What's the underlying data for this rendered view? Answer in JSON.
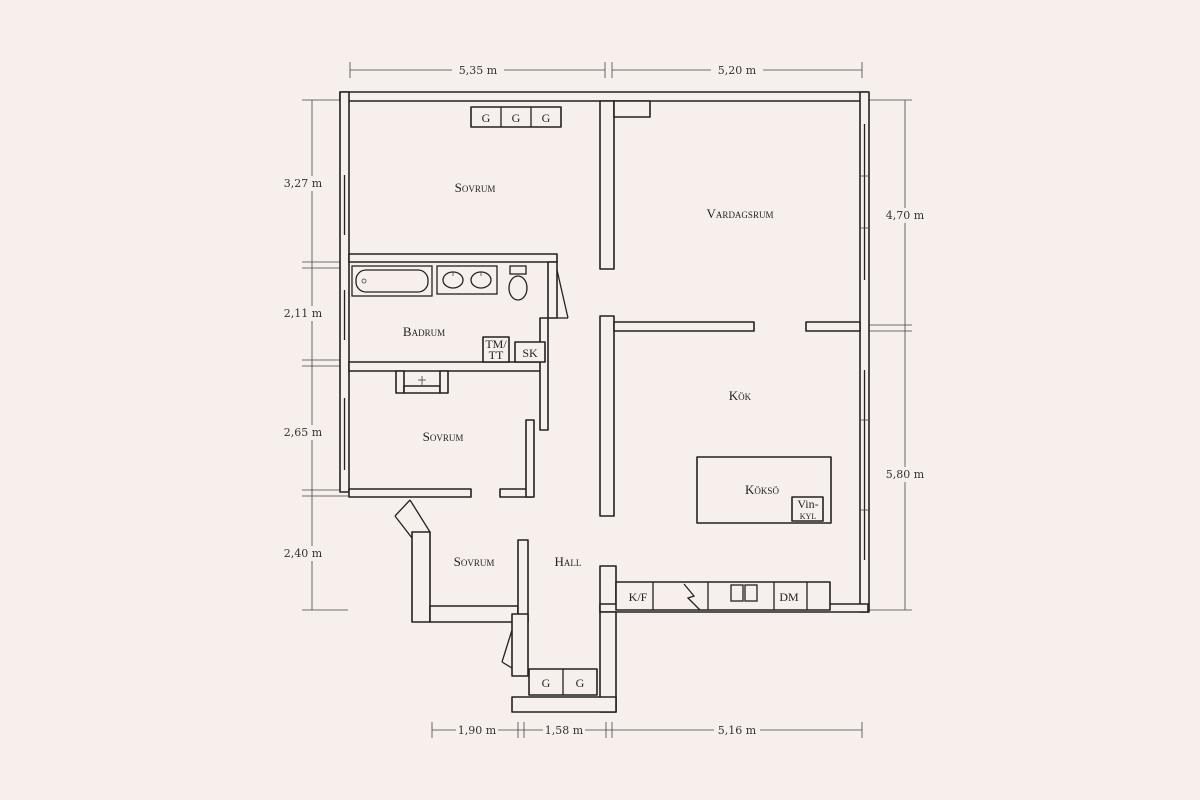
{
  "dimensions": {
    "top_left": "5,35 m",
    "top_right": "5,20 m",
    "left_1": "3,27 m",
    "left_2": "2,11 m",
    "left_3": "2,65 m",
    "left_4": "2,40 m",
    "right_1": "4,70 m",
    "right_2": "5,80 m",
    "bottom_1": "1,90 m",
    "bottom_2": "1,58 m",
    "bottom_3": "5,16 m"
  },
  "rooms": {
    "sovrum_top": "Sovrum",
    "vardagsrum": "Vardagsrum",
    "badrum": "Badrum",
    "sovrum_mid": "Sovrum",
    "kok": "Kök",
    "koksö": "Köksö",
    "sovrum_small": "Sovrum",
    "hall": "Hall"
  },
  "fixtures": {
    "g1": "G",
    "g2": "G",
    "g3": "G",
    "g4": "G",
    "g5": "G",
    "tm": "TM/",
    "tt": "TT",
    "sk": "SK",
    "vin": "Vin-",
    "kyl": "kyl",
    "kf": "K/F",
    "dm": "DM"
  }
}
